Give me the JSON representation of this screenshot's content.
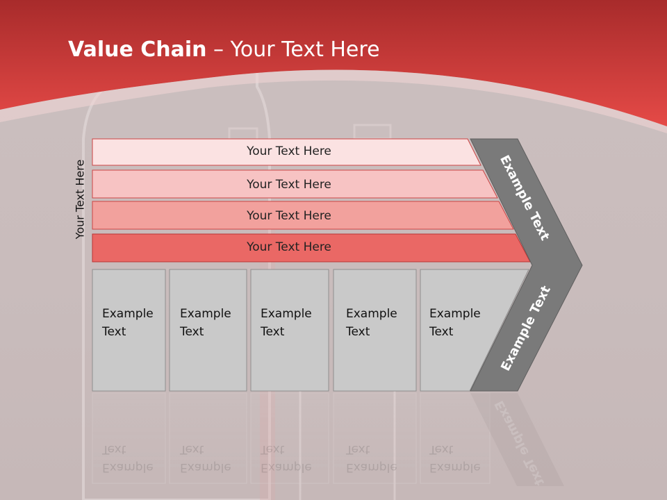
{
  "slide": {
    "title_bold": "Value Chain",
    "title_rest": " – Your Text Here",
    "side_label": "Your Text Here",
    "rows": [
      {
        "label": "Your Text Here",
        "color": "#fbe2e2"
      },
      {
        "label": "Your Text Here",
        "color": "#f7c3c3"
      },
      {
        "label": "Your Text Here",
        "color": "#f2a19d"
      },
      {
        "label": "Your Text Here",
        "color": "#ea6865"
      }
    ],
    "boxes": [
      {
        "line1": "Example",
        "line2": "Text"
      },
      {
        "line1": "Example",
        "line2": "Text"
      },
      {
        "line1": "Example",
        "line2": "Text"
      },
      {
        "line1": "Example",
        "line2": "Text"
      },
      {
        "line1": "Example",
        "line2": "Text"
      }
    ],
    "chevron_top_label": "Example Text",
    "chevron_bottom_label": "Example Text",
    "colors": {
      "header_red": "#e0403e",
      "chevron_gray": "#7a7a7a",
      "box_gray": "#c9c9c9"
    }
  }
}
